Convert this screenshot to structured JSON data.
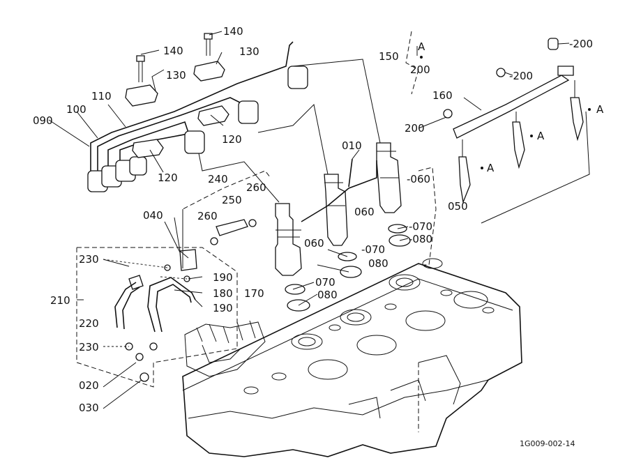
{
  "callouts": [
    {
      "id": "140a",
      "text": "140"
    },
    {
      "id": "140b",
      "text": "140"
    },
    {
      "id": "130a",
      "text": "130"
    },
    {
      "id": "130b",
      "text": "130"
    },
    {
      "id": "150",
      "text": "150"
    },
    {
      "id": "A1",
      "text": "A"
    },
    {
      "id": "200a",
      "text": "200"
    },
    {
      "id": "200b",
      "text": "-200"
    },
    {
      "id": "200c",
      "text": "-200"
    },
    {
      "id": "200d",
      "text": "200"
    },
    {
      "id": "110",
      "text": "110"
    },
    {
      "id": "100",
      "text": "100"
    },
    {
      "id": "090",
      "text": "090"
    },
    {
      "id": "120a",
      "text": "120"
    },
    {
      "id": "120b",
      "text": "120"
    },
    {
      "id": "160",
      "text": "160"
    },
    {
      "id": "A2",
      "text": "A"
    },
    {
      "id": "A3",
      "text": "A"
    },
    {
      "id": "A4",
      "text": "A"
    },
    {
      "id": "010",
      "text": "010"
    },
    {
      "id": "060a",
      "text": "-060"
    },
    {
      "id": "060b",
      "text": "060"
    },
    {
      "id": "060c",
      "text": "060"
    },
    {
      "id": "050",
      "text": "050"
    },
    {
      "id": "240",
      "text": "240"
    },
    {
      "id": "250",
      "text": "250"
    },
    {
      "id": "260a",
      "text": "260"
    },
    {
      "id": "260b",
      "text": "260"
    },
    {
      "id": "040",
      "text": "040"
    },
    {
      "id": "070a",
      "text": "-070"
    },
    {
      "id": "080a",
      "text": "-080"
    },
    {
      "id": "070b",
      "text": "-070"
    },
    {
      "id": "080b",
      "text": "080"
    },
    {
      "id": "070c",
      "text": "070"
    },
    {
      "id": "080c",
      "text": "080"
    },
    {
      "id": "230a",
      "text": "230"
    },
    {
      "id": "190a",
      "text": "190"
    },
    {
      "id": "180",
      "text": "180"
    },
    {
      "id": "170",
      "text": "170"
    },
    {
      "id": "190b",
      "text": "190"
    },
    {
      "id": "210",
      "text": "210"
    },
    {
      "id": "220",
      "text": "220"
    },
    {
      "id": "230b",
      "text": "230"
    },
    {
      "id": "020",
      "text": "020"
    },
    {
      "id": "030",
      "text": "030"
    }
  ],
  "figure_code": "1G009-002-14"
}
